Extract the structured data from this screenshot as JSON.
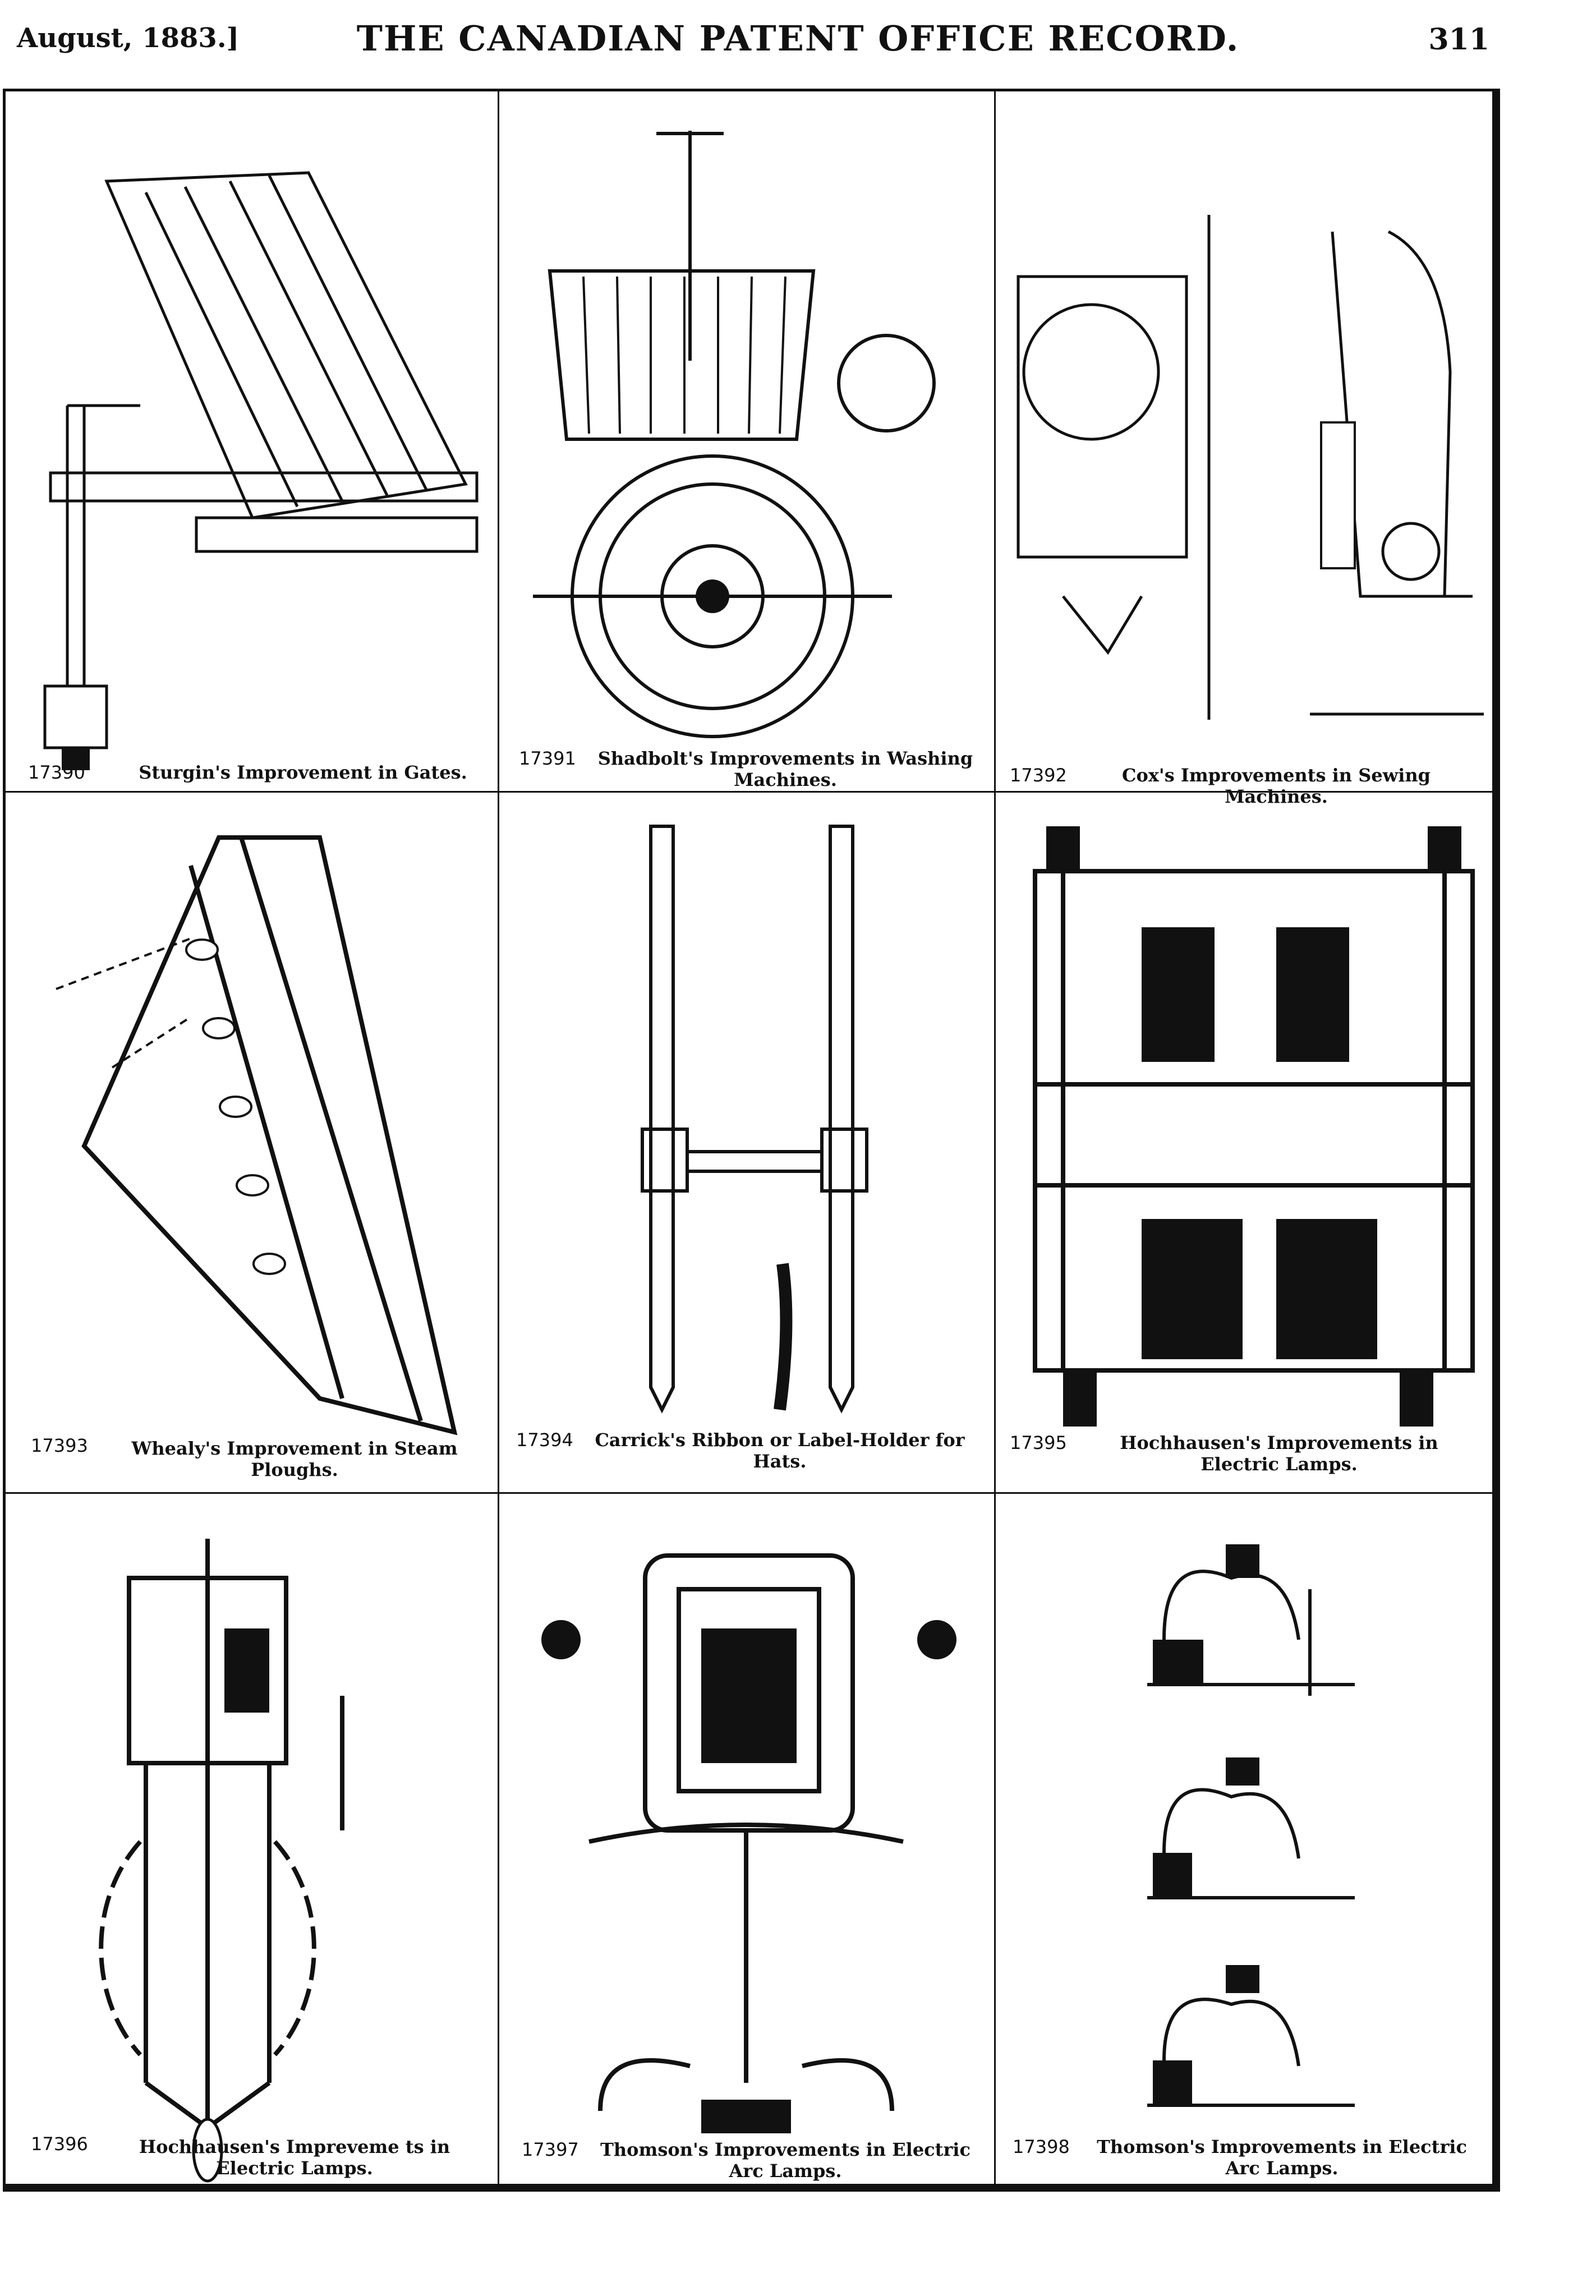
{
  "header": {
    "date": "August, 1883.]",
    "title": "THE CANADIAN PATENT OFFICE RECORD.",
    "page": "311"
  },
  "patents": [
    {
      "number": "17390",
      "caption": "Sturgin's Improvement in Gates."
    },
    {
      "number": "17391",
      "caption": "Shadbolt's Improvements in Washing Machines."
    },
    {
      "number": "17392",
      "caption": "Cox's Improvements in Sewing Machines."
    },
    {
      "number": "17393",
      "caption": "Whealy's Improvement in Steam Ploughs."
    },
    {
      "number": "17394",
      "caption": "Carrick's Ribbon or Label-Holder for Hats."
    },
    {
      "number": "17395",
      "caption": "Hochhausen's Improvements in Electric Lamps."
    },
    {
      "number": "17396",
      "caption": "Hochhausen's Impreveme ts in Electric Lamps."
    },
    {
      "number": "17397",
      "caption": "Thomson's Improvements in Electric Arc Lamps."
    },
    {
      "number": "17398",
      "caption": "Thomson's Improvements in Electric Arc Lamps."
    }
  ]
}
